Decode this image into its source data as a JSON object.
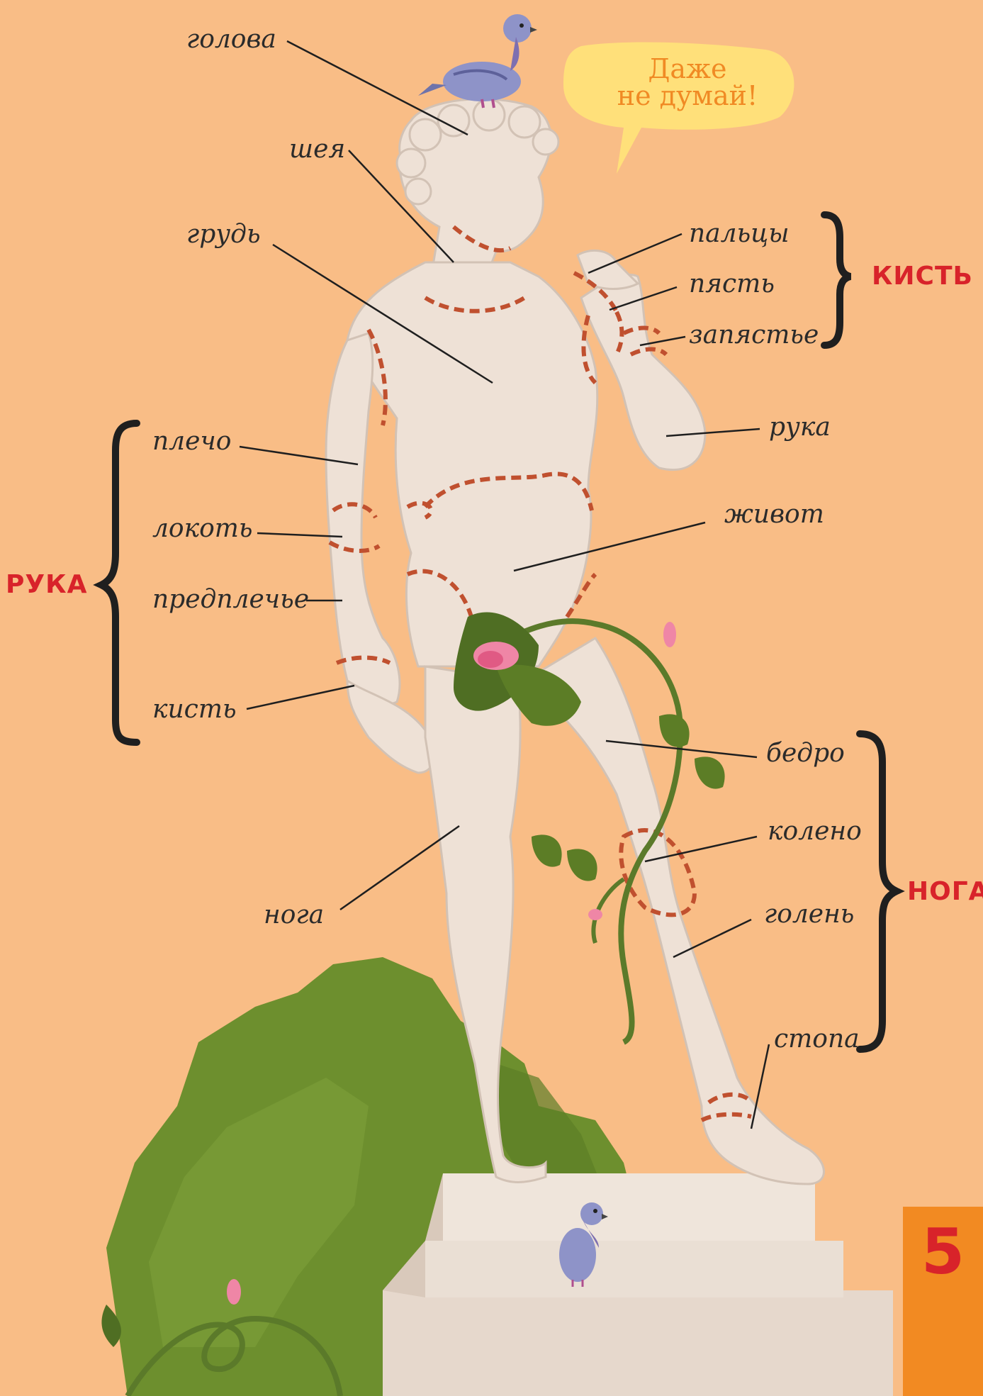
{
  "speech_bubble": {
    "line1": "Даже",
    "line2": "не думай!"
  },
  "labels": {
    "head": "голова",
    "neck": "шея",
    "chest": "грудь",
    "fingers": "пальцы",
    "palm": "пясть",
    "wrist": "запястье",
    "arm_right": "рука",
    "shoulder": "плечо",
    "elbow": "локоть",
    "forearm": "предплечье",
    "hand": "кисть",
    "belly": "живот",
    "thigh": "бедро",
    "knee": "колено",
    "shin": "голень",
    "foot": "стопа",
    "leg": "нога"
  },
  "groups": {
    "hand_group": "КИСТЬ",
    "arm_group": "РУКА",
    "leg_group": "НОГА"
  },
  "page_number": "5",
  "colors": {
    "background": "#f9bd86",
    "statue": "#eee1d6",
    "dashed_outline": "#c0502f",
    "group_label": "#d8232a",
    "bubble": "#ffe07a",
    "bubble_text": "#f08a24",
    "bush": "#6d8f2e",
    "pigeon": "#8e93c8",
    "page_tab": "#f28a22"
  }
}
